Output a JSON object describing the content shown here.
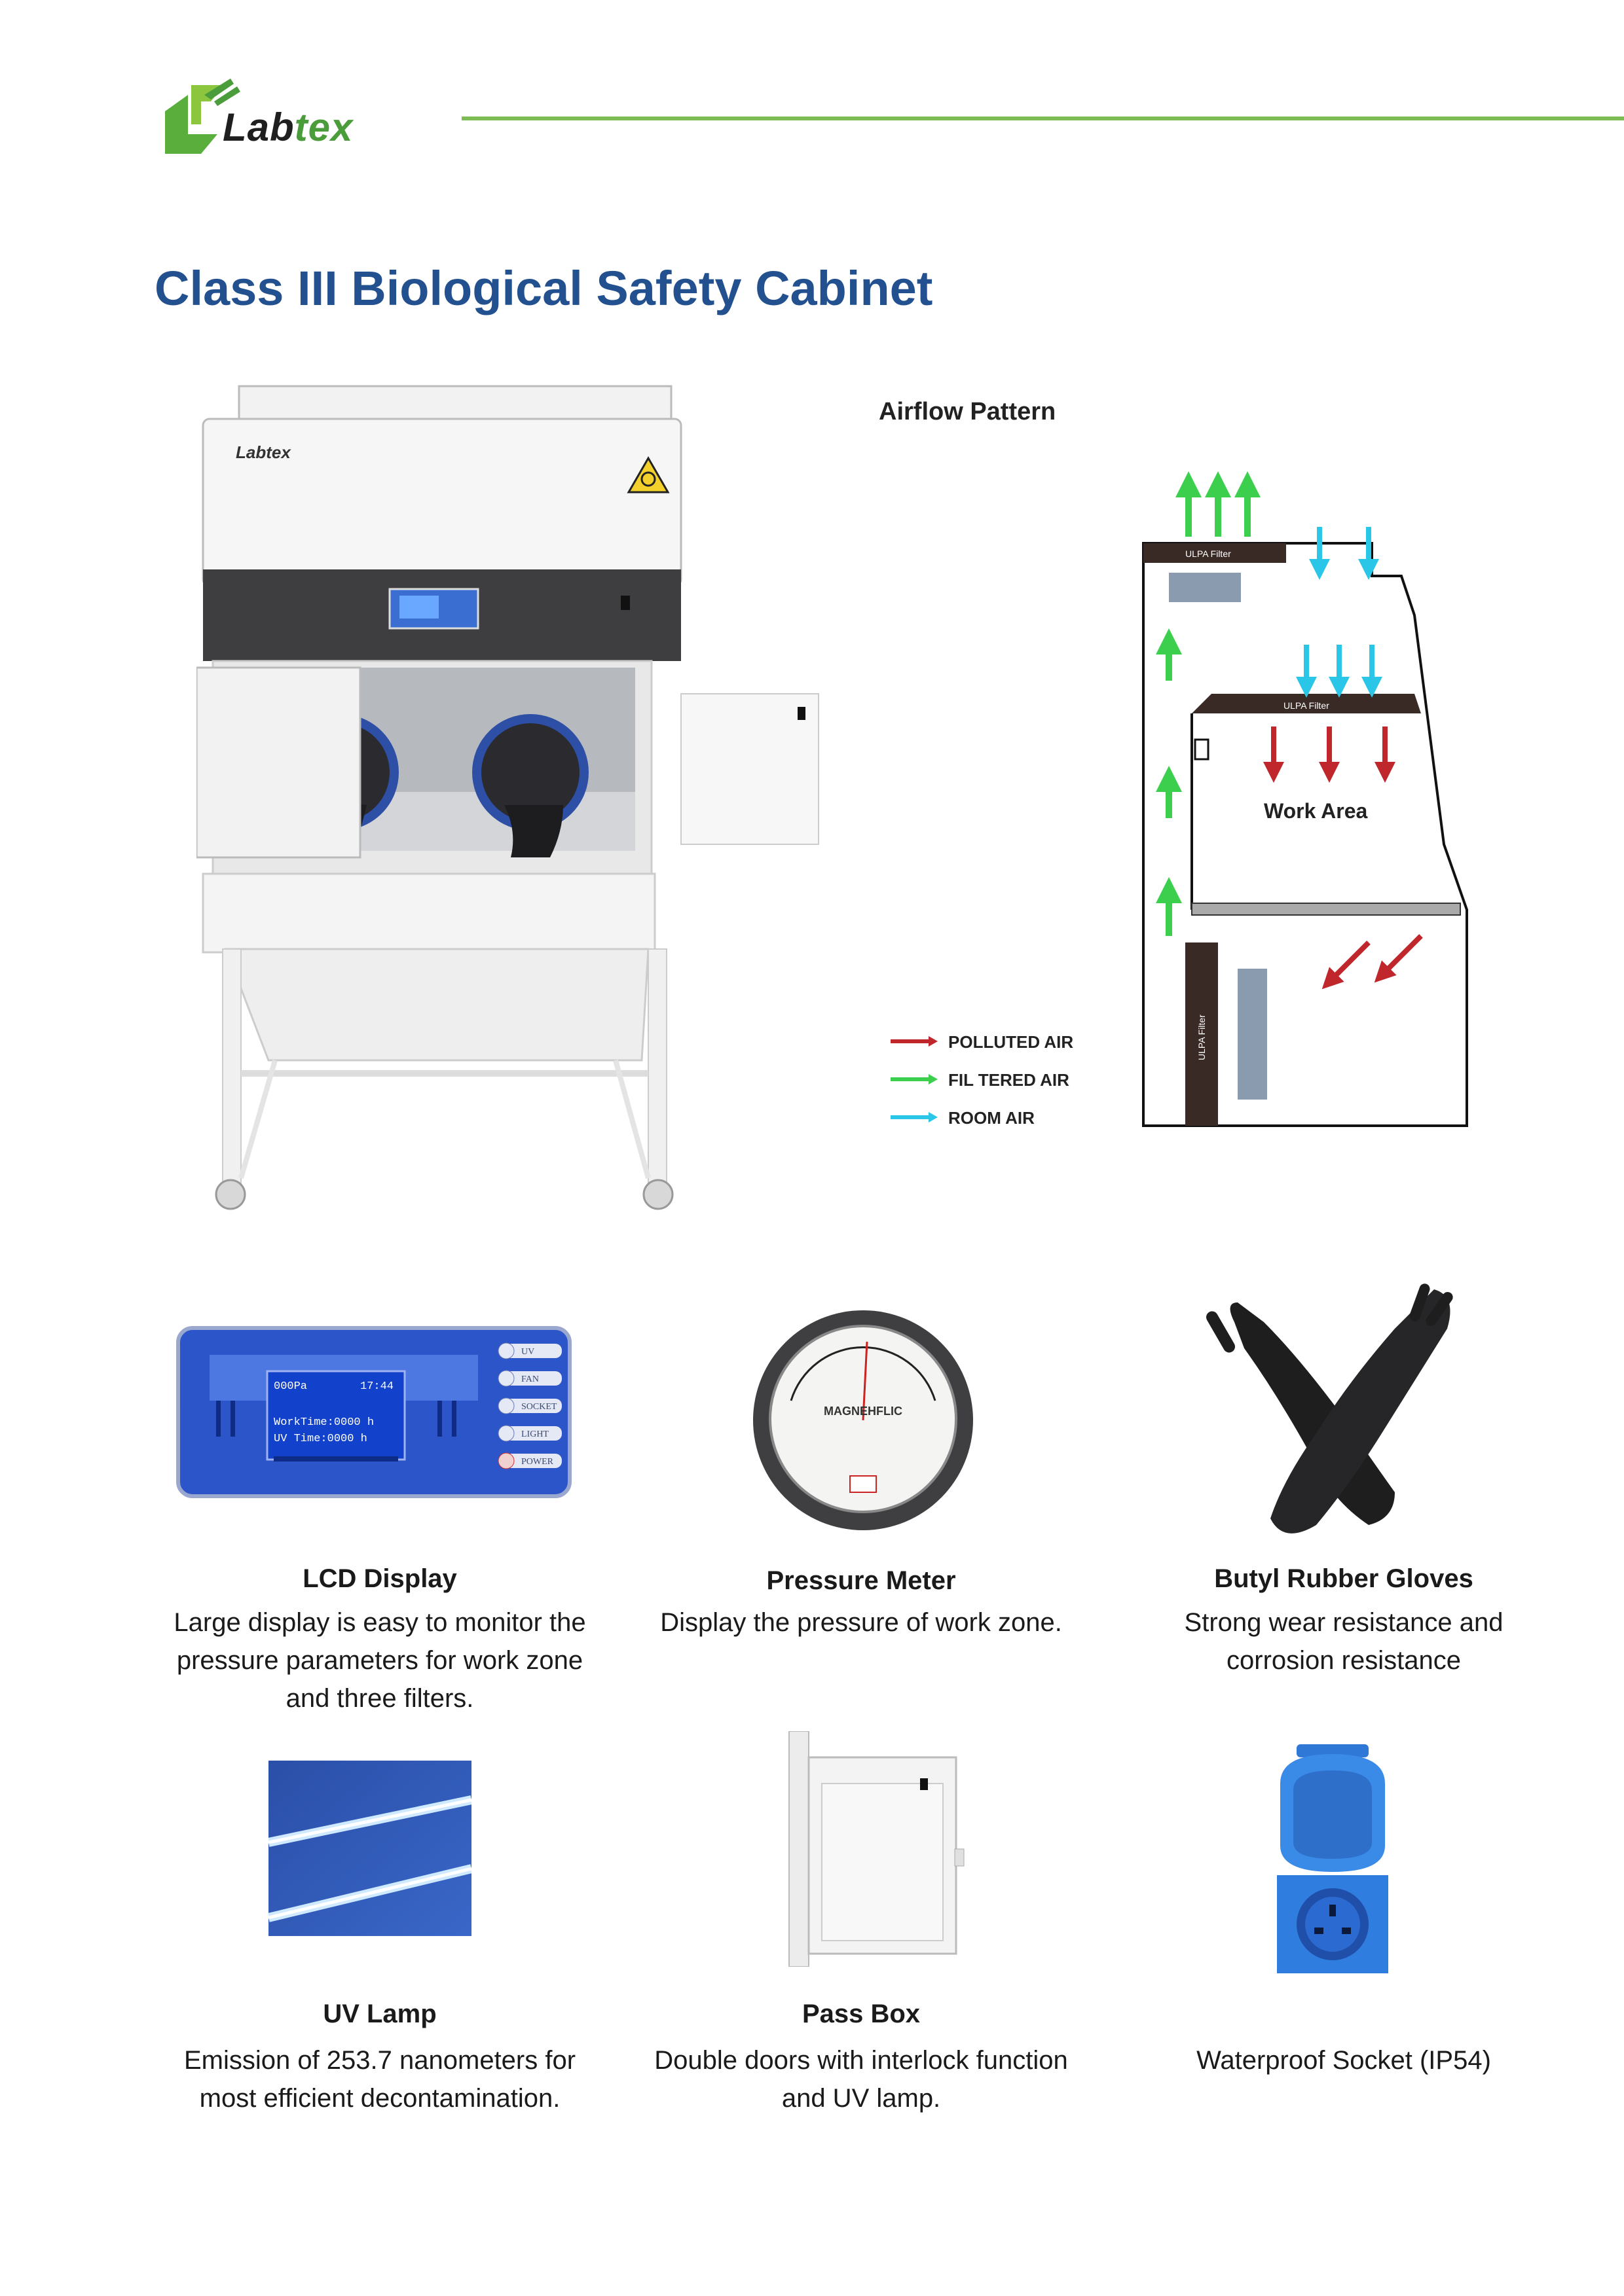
{
  "header": {
    "logo_prefix": "Lab",
    "logo_suffix": "tex",
    "title": "Class III Biological Safety Cabinet"
  },
  "cabinet": {
    "brand_label": "Labtex"
  },
  "airflow": {
    "title": "Airflow Pattern",
    "filter_top": "ULPA Filter",
    "filter_mid": "ULPA Filter",
    "filter_side": "ULPA Filter",
    "work_area": "Work Area",
    "legend": [
      {
        "label": "POLLUTED AIR",
        "color": "#c0272d"
      },
      {
        "label": "FIL TERED AIR",
        "color": "#3ccf4e"
      },
      {
        "label": "ROOM AIR",
        "color": "#29c6e8"
      }
    ]
  },
  "lcd": {
    "line1_left": "000Pa",
    "line1_right": "17:44",
    "line2": "WorkTime:0000  h",
    "line3": "UV  Time:0000  h",
    "buttons": [
      "UV",
      "FAN",
      "SOCKET",
      "LIGHT",
      "POWER"
    ]
  },
  "gauge": {
    "brand": "MAGNEHFLIC"
  },
  "features": [
    {
      "title": "LCD Display",
      "desc": [
        "Large display is easy to monitor the",
        "pressure parameters for work zone",
        "and three filters."
      ]
    },
    {
      "title": "Pressure Meter",
      "desc": [
        "Display the pressure of work zone."
      ]
    },
    {
      "title": "Butyl Rubber Gloves",
      "desc": [
        "Strong wear resistance and",
        "corrosion resistance"
      ]
    },
    {
      "title": "UV Lamp",
      "desc": [
        "Emission of 253.7 nanometers for",
        "most efficient decontamination."
      ]
    },
    {
      "title": "Pass Box",
      "desc": [
        "Double doors with interlock function",
        "and UV lamp."
      ]
    },
    {
      "title": "",
      "desc": [
        "Waterproof Socket (IP54)"
      ]
    }
  ],
  "colors": {
    "title_blue": "#23508f",
    "rule_green": "#7dbb55",
    "logo_green": "#4a9d3a"
  }
}
